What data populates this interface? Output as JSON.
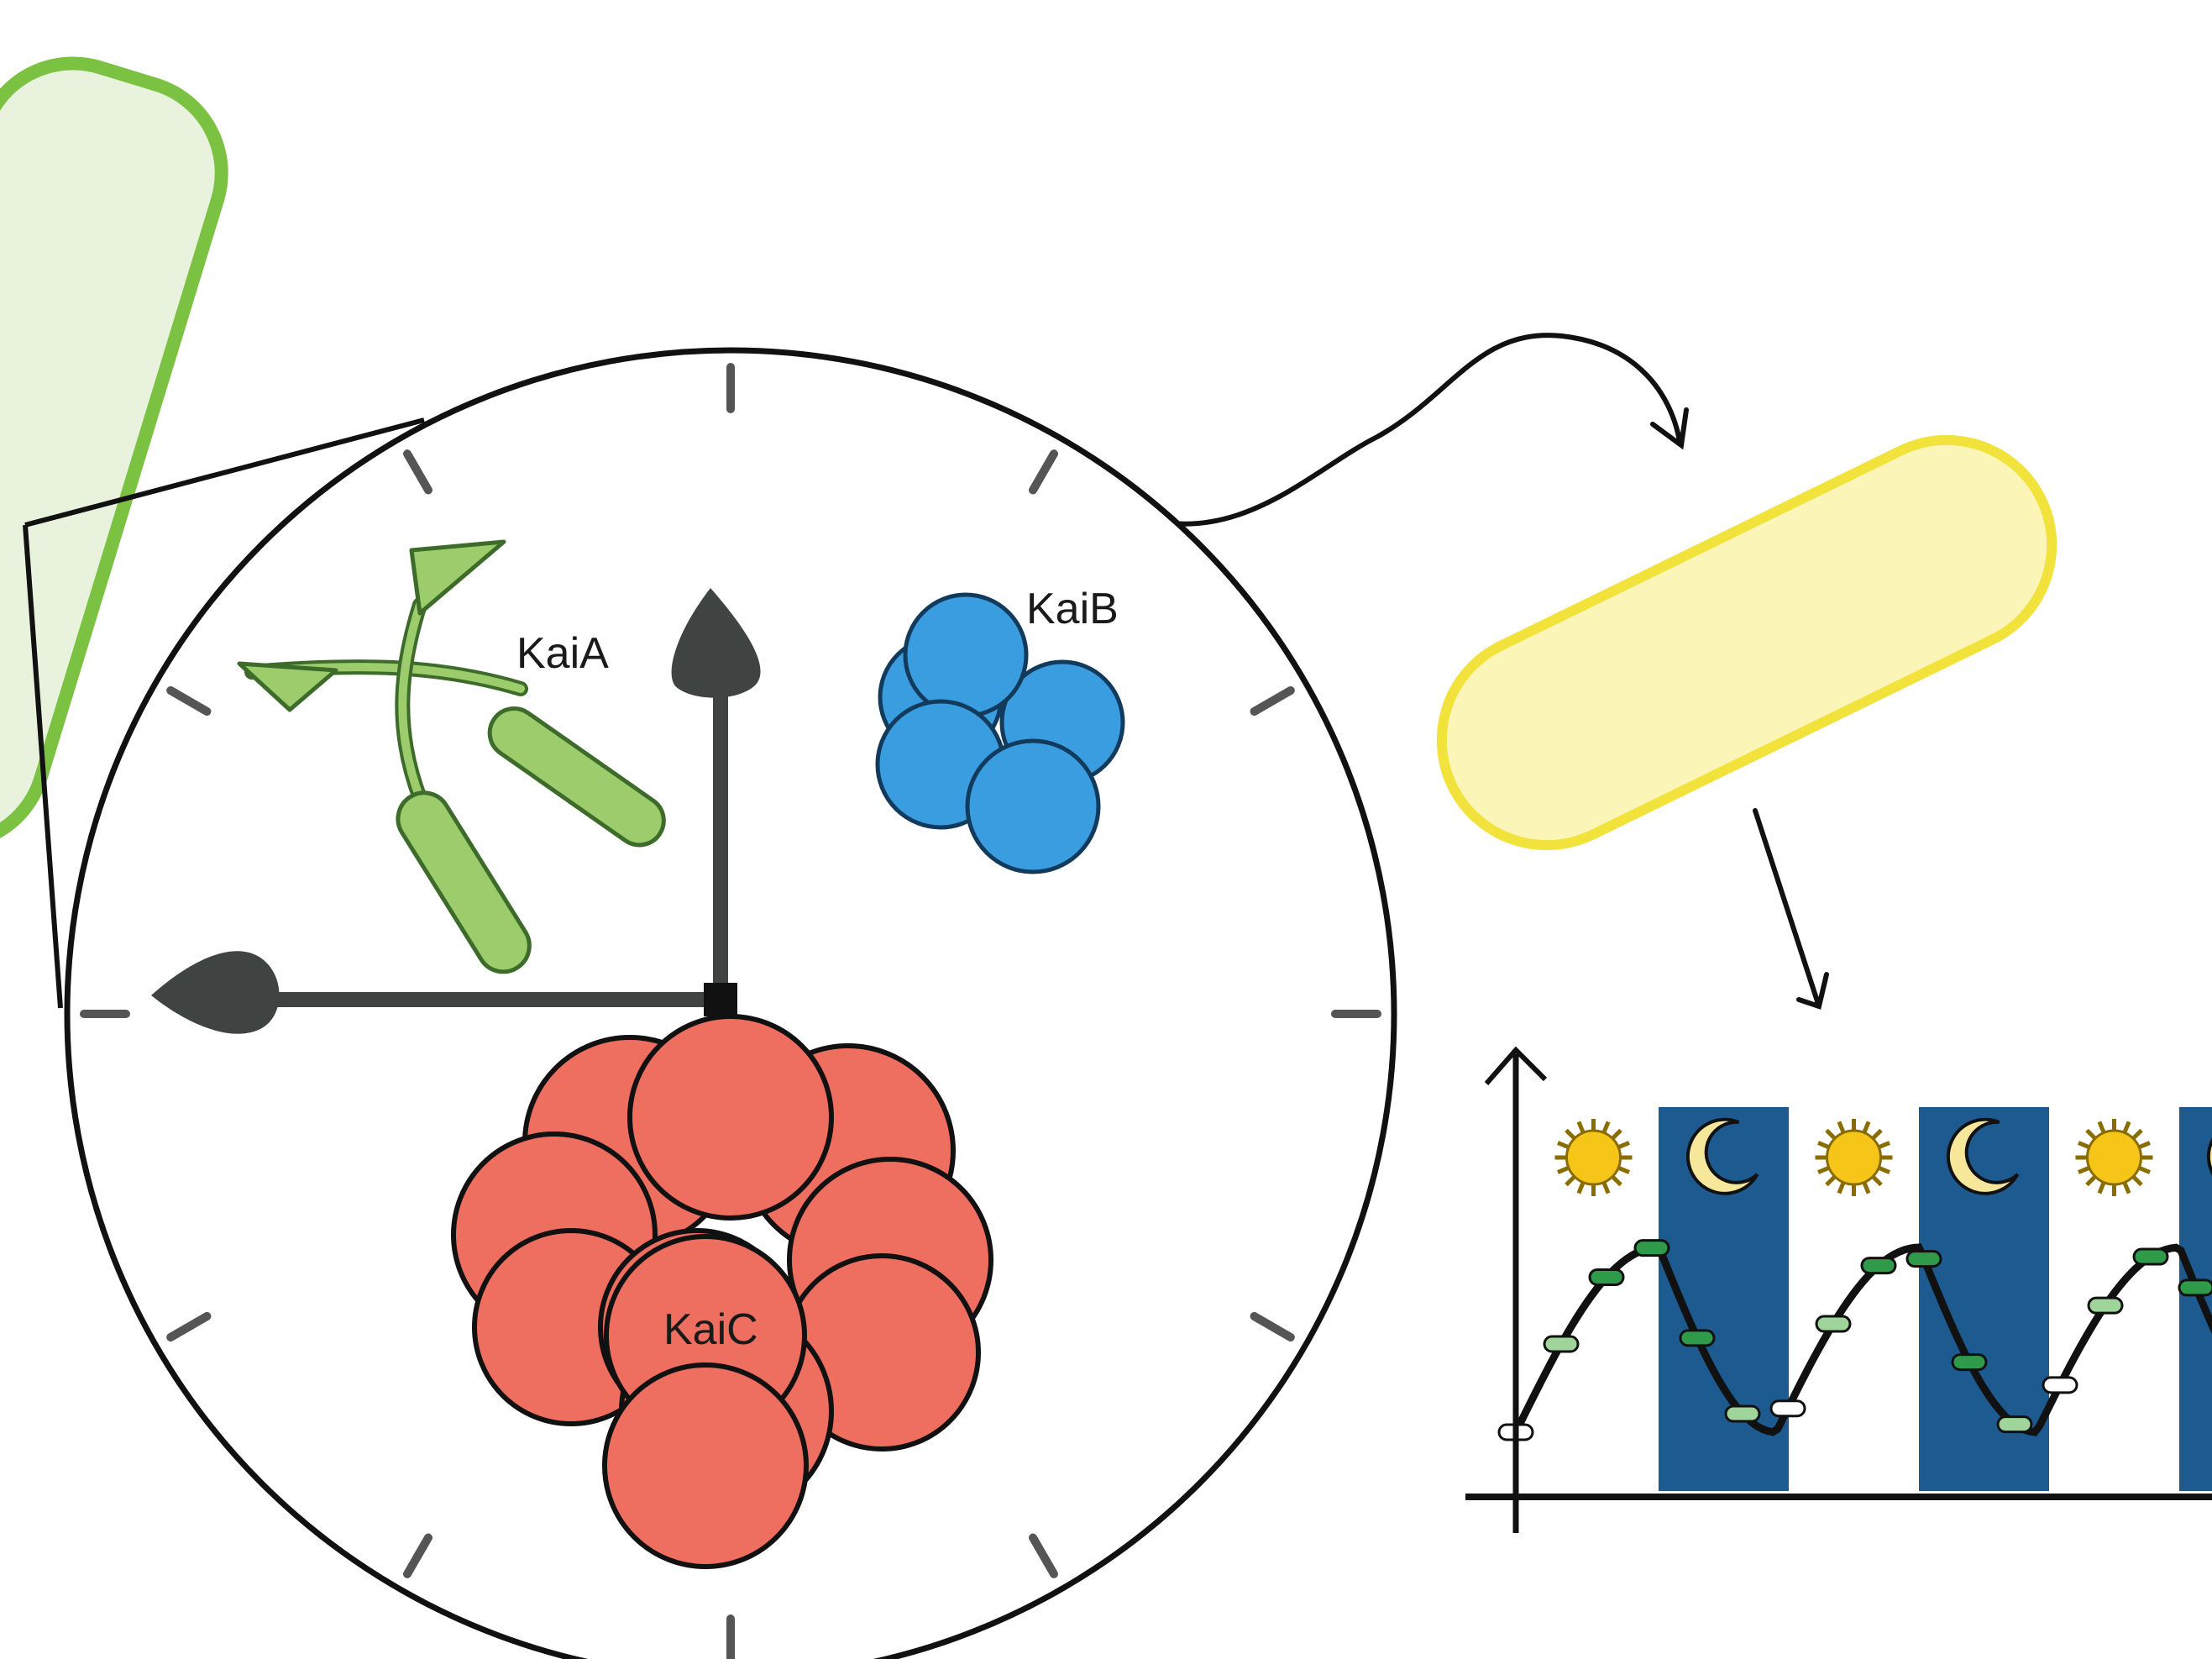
{
  "labels": {
    "kaia": "KaiA",
    "kaib": "KaiB",
    "kaic": "KaiC"
  },
  "colors": {
    "cell_green_outline": "#7cc242",
    "cell_green_fill": "#e8f2dc",
    "kaia_green": "#9ccc6c",
    "kaib_blue": "#3a9de0",
    "kaic_red": "#ee6e60",
    "cell_yellow_outline": "#f2e23c",
    "cell_yellow_fill": "#fbf6b8",
    "night_blue": "#1c5a8f",
    "sun_yellow": "#f5c518",
    "moon_yellow": "#f7e79a",
    "clock_hand": "#3f4443"
  },
  "icons": [
    "sun-icon",
    "moon-icon"
  ],
  "rhythm": {
    "periods": [
      {
        "phase": "day",
        "icon": "sun-icon"
      },
      {
        "phase": "night",
        "icon": "moon-icon"
      },
      {
        "phase": "day",
        "icon": "sun-icon"
      },
      {
        "phase": "night",
        "icon": "moon-icon"
      },
      {
        "phase": "day",
        "icon": "sun-icon"
      },
      {
        "phase": "night",
        "icon": "moon-icon"
      }
    ]
  }
}
